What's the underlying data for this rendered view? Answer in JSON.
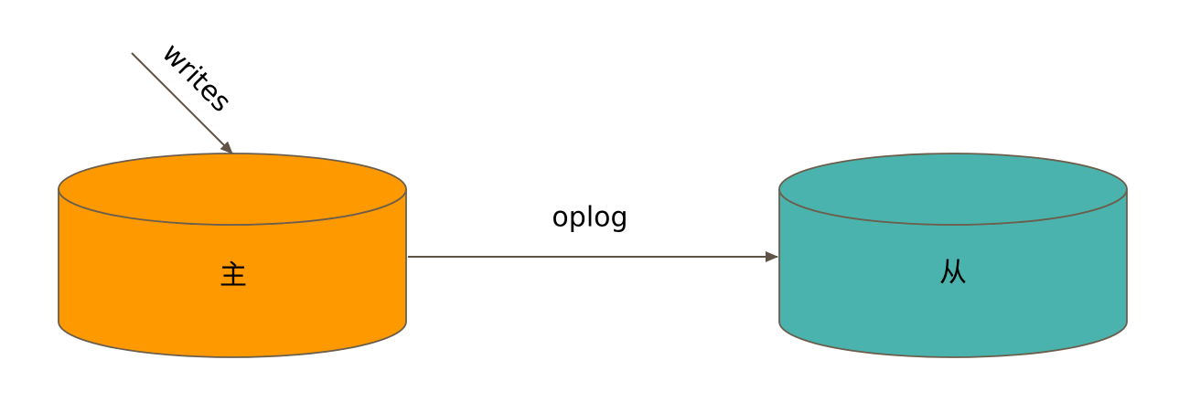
{
  "nodes": {
    "primary": {
      "label": "主",
      "color": "#FF9900"
    },
    "secondary": {
      "label": "从",
      "color": "#4BB3AD"
    }
  },
  "edges": {
    "writes": {
      "label": "writes"
    },
    "replication": {
      "label": "oplog"
    }
  },
  "colors": {
    "stroke": "#6B5E4C",
    "arrow": "#5F5445"
  }
}
